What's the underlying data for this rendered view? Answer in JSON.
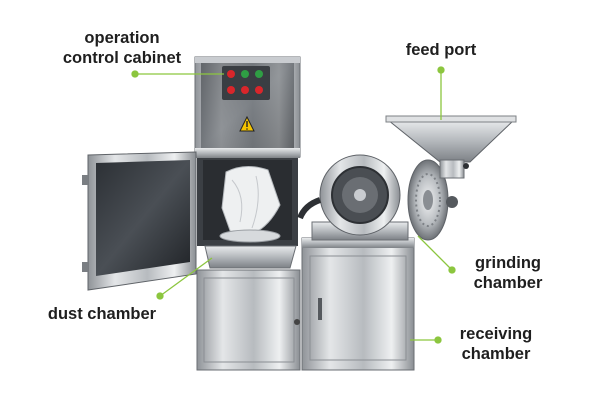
{
  "labels": {
    "operation_control_cabinet": {
      "line1": "operation",
      "line2": "control cabinet"
    },
    "feed_port": {
      "line1": "feed port"
    },
    "dust_chamber": {
      "line1": "dust chamber"
    },
    "grinding_chamber": {
      "line1": "grinding",
      "line2": "chamber"
    },
    "receiving_chamber": {
      "line1": "receiving",
      "line2": "chamber"
    }
  },
  "colors": {
    "leader_line": "#8cc63f",
    "label_text": "#1f1f1f",
    "steel_light": "#d9dcdf",
    "steel_mid": "#a9adb2",
    "steel_dark": "#55595e",
    "button_red": "#d9262b",
    "button_green": "#2f9e44",
    "warning_yellow": "#f5c400"
  }
}
